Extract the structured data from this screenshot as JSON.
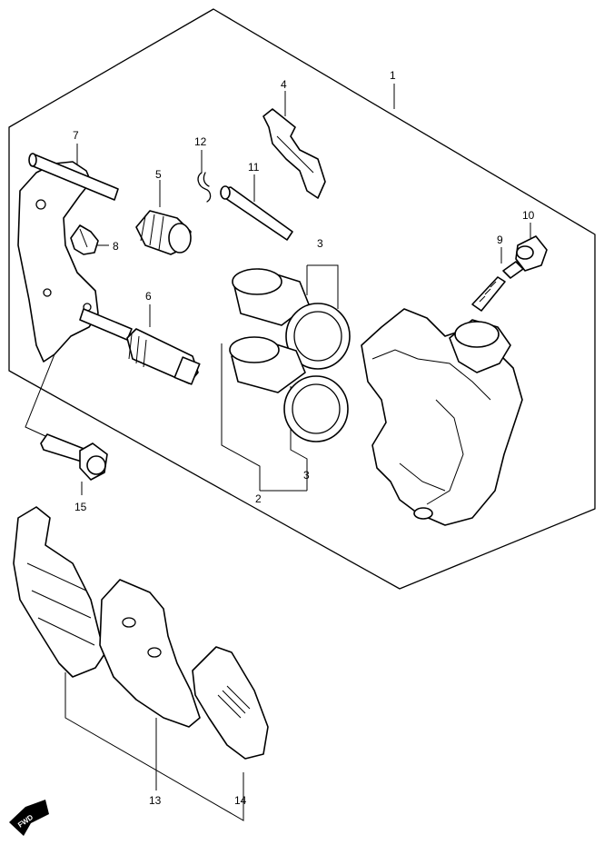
{
  "callouts": {
    "c1": "1",
    "c2": "2",
    "c3a": "3",
    "c3b": "3",
    "c4": "4",
    "c5": "5",
    "c6": "6",
    "c7": "7",
    "c8": "8",
    "c9": "9",
    "c10": "10",
    "c11": "11",
    "c12": "12",
    "c13": "13",
    "c14": "14",
    "c15": "15"
  },
  "fwd_label": "FWD"
}
